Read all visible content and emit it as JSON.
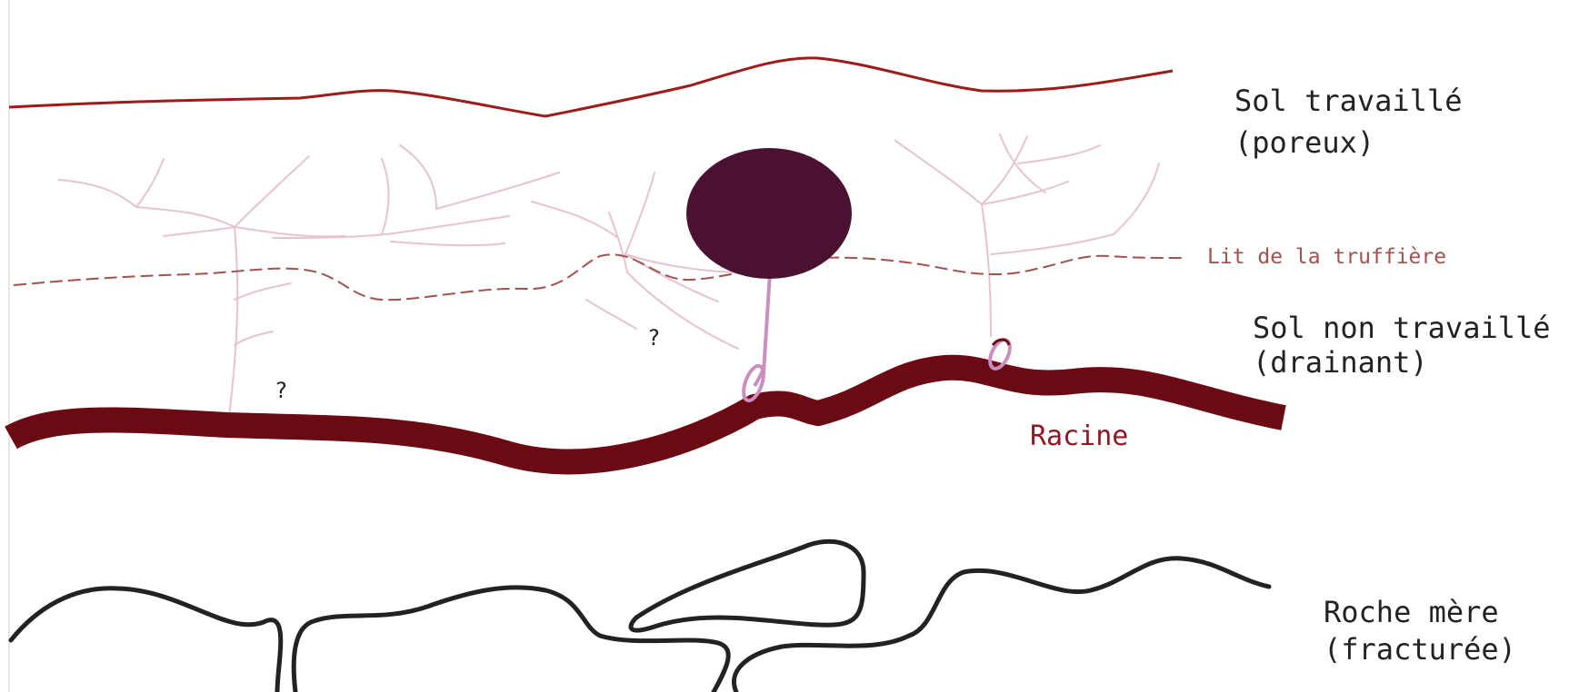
{
  "labels": {
    "sol_travaille_line1": "Sol travaillé",
    "sol_travaille_line2": "(poreux)",
    "lit_truffiere": "Lit de la truffière",
    "sol_non_travaille_line1": "Sol non travaillé",
    "sol_non_travaille_line2": "(drainant)",
    "racine": "Racine",
    "roche_mere_line1": "Roche mère",
    "roche_mere_line2": "(fracturée)",
    "question_mark_1": "?",
    "question_mark_2": "?"
  },
  "colors": {
    "surface_line": "#9e1b1b",
    "root": "#6b0a12",
    "truffle": "#4a1230",
    "mycelium": "#e6c3d3",
    "stalk": "#c98fc0",
    "bed_line": "#a0524f",
    "bed_label": "#a0524f",
    "root_label": "#8b1a22",
    "rock": "#222222",
    "text": "#222222"
  }
}
